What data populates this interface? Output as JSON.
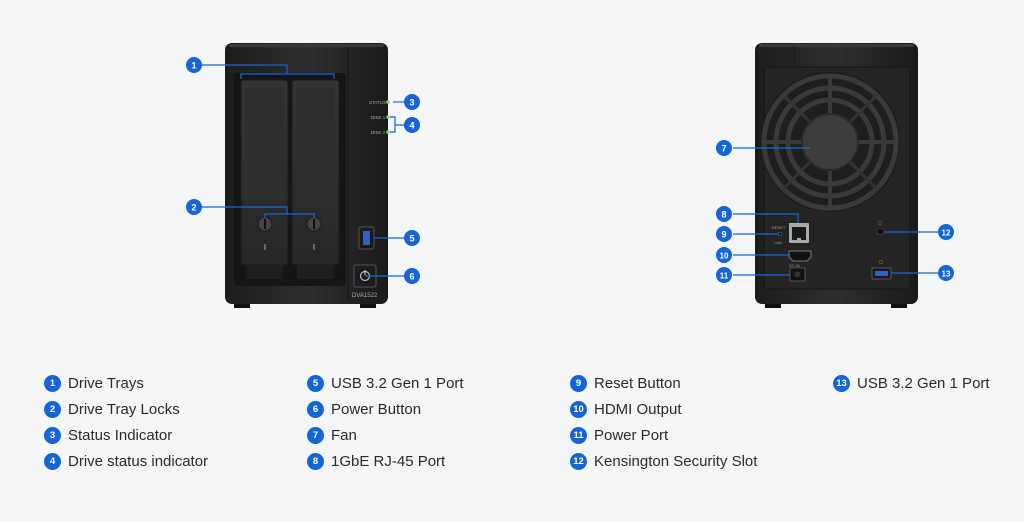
{
  "front": {
    "model_label": "DVA1522",
    "led_status": "STATUS",
    "led_disk1": "DISK 1",
    "led_disk2": "DISK 2"
  },
  "rear": {
    "reset_label": "RESET",
    "lan_label": "LAN",
    "power_in_label": "DC IN"
  },
  "callouts": [
    {
      "num": "1",
      "label": "Drive Trays"
    },
    {
      "num": "2",
      "label": "Drive Tray Locks"
    },
    {
      "num": "3",
      "label": "Status Indicator"
    },
    {
      "num": "4",
      "label": "Drive status indicator"
    },
    {
      "num": "5",
      "label": "USB 3.2 Gen 1 Port"
    },
    {
      "num": "6",
      "label": "Power Button"
    },
    {
      "num": "7",
      "label": "Fan"
    },
    {
      "num": "8",
      "label": "1GbE RJ-45 Port"
    },
    {
      "num": "9",
      "label": "Reset Button"
    },
    {
      "num": "10",
      "label": "HDMI Output"
    },
    {
      "num": "11",
      "label": "Power Port"
    },
    {
      "num": "12",
      "label": "Kensington Security Slot"
    },
    {
      "num": "13",
      "label": "USB 3.2 Gen 1 Port"
    }
  ],
  "colors": {
    "accent": "#1565d8",
    "led_green": "#7ed957",
    "chassis": "#2a2a2a"
  }
}
